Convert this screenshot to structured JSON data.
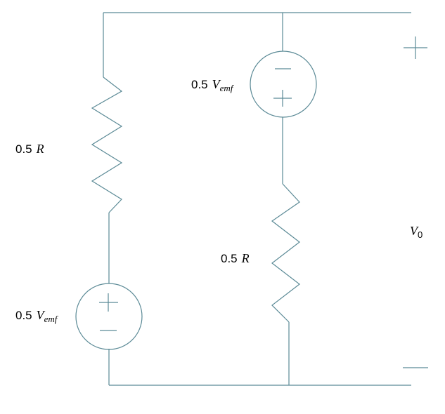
{
  "labels": {
    "r_left": {
      "coef": "0.5",
      "sym": "R"
    },
    "r_right": {
      "coef": "0.5",
      "sym": "R"
    },
    "emf_top": {
      "coef": "0.5",
      "sym": "V",
      "sub": "emf"
    },
    "emf_bottom": {
      "coef": "0.5",
      "sym": "V",
      "sub": "emf"
    },
    "output": {
      "sym": "V",
      "sub": "0"
    }
  },
  "colors": {
    "wire": "#5b8a96",
    "text": "#000000"
  }
}
